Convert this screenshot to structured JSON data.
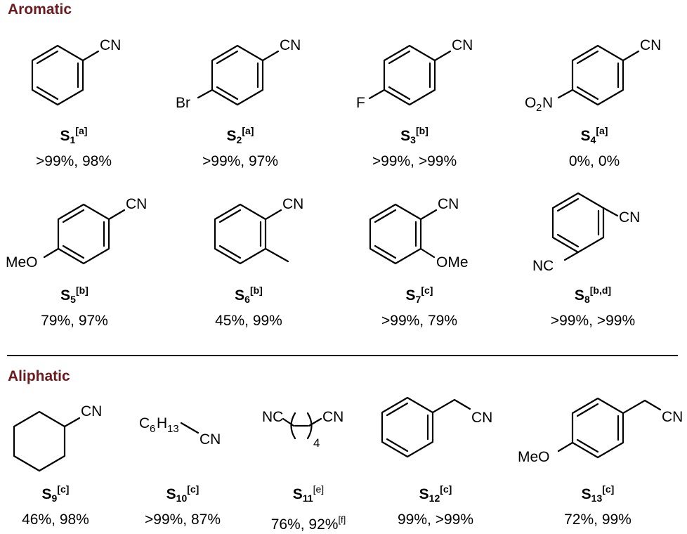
{
  "sections": {
    "aromatic": "Aromatic",
    "aliphatic": "Aliphatic"
  },
  "atoms": {
    "cn": "CN",
    "nc": "NC",
    "br": "Br",
    "f": "F",
    "o": "O",
    "o2_sub": "2",
    "n": "N",
    "meo": "MeO",
    "ome": "OMe",
    "c6": "C",
    "c6_sub": "6",
    "h": "H",
    "h13_sub": "13",
    "n4_sub": "4"
  },
  "compounds": [
    {
      "id": "S",
      "num": "1",
      "note": "[a]",
      "note_bold": true,
      "result": ">99%, 98%",
      "result_note": ""
    },
    {
      "id": "S",
      "num": "2",
      "note": "[a]",
      "note_bold": true,
      "result": ">99%, 97%",
      "result_note": ""
    },
    {
      "id": "S",
      "num": "3",
      "note": "[b]",
      "note_bold": true,
      "result": ">99%, >99%",
      "result_note": ""
    },
    {
      "id": "S",
      "num": "4",
      "note": "[a]",
      "note_bold": true,
      "result": "0%, 0%",
      "result_note": ""
    },
    {
      "id": "S",
      "num": "5",
      "note": "[b]",
      "note_bold": true,
      "result": "79%, 97%",
      "result_note": ""
    },
    {
      "id": "S",
      "num": "6",
      "note": "[b]",
      "note_bold": true,
      "result": "45%, 99%",
      "result_note": ""
    },
    {
      "id": "S",
      "num": "7",
      "note": "[c]",
      "note_bold": true,
      "result": ">99%, 79%",
      "result_note": ""
    },
    {
      "id": "S",
      "num": "8",
      "note": "[b,d]",
      "note_bold": true,
      "result": ">99%, >99%",
      "result_note": ""
    },
    {
      "id": "S",
      "num": "9",
      "note": "[c]",
      "note_bold": true,
      "result": "46%, 98%",
      "result_note": ""
    },
    {
      "id": "S",
      "num": "10",
      "note": "[c]",
      "note_bold": true,
      "result": ">99%, 87%",
      "result_note": ""
    },
    {
      "id": "S",
      "num": "11",
      "note": "[e]",
      "note_bold": false,
      "result": "76%, 92%",
      "result_note": "[f]"
    },
    {
      "id": "S",
      "num": "12",
      "note": "[c]",
      "note_bold": true,
      "result": "99%, >99%",
      "result_note": ""
    },
    {
      "id": "S",
      "num": "13",
      "note": "[c]",
      "note_bold": true,
      "result": "72%, 99%",
      "result_note": ""
    }
  ]
}
